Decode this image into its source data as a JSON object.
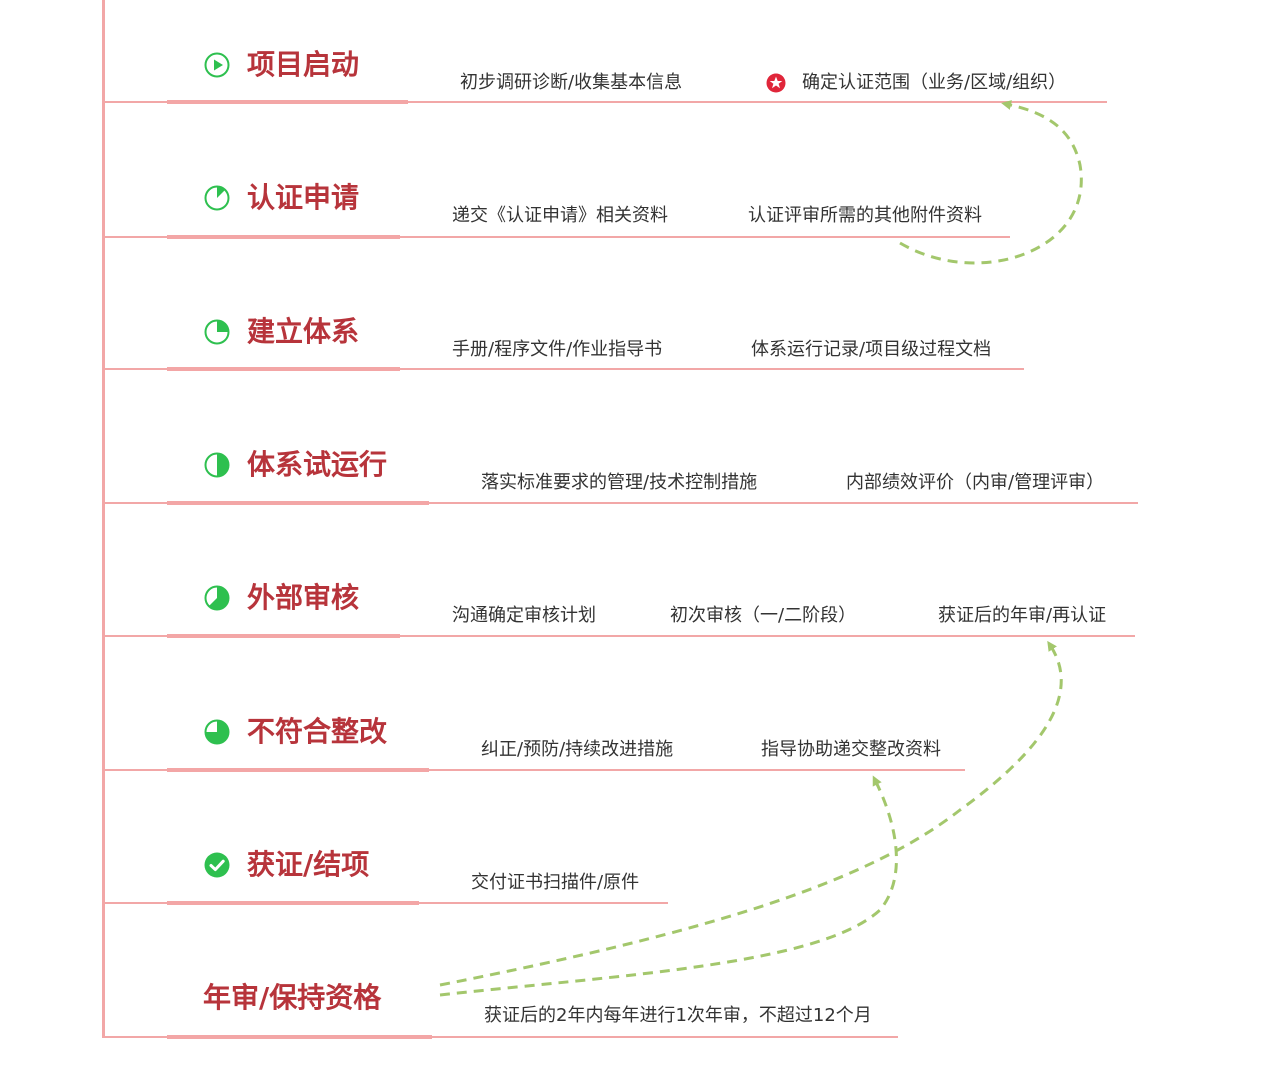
{
  "colors": {
    "title": "#b7343b",
    "line": "#f2a7a7",
    "icon": "#2ec04f",
    "arrow": "#a3c76c",
    "star": "#e0263a",
    "text": "#333333"
  },
  "stages": [
    {
      "icon": "play-icon",
      "title": "项目启动",
      "items": [
        "初步调研诊断/收集基本信息",
        "确定认证范围（业务/区域/组织）"
      ]
    },
    {
      "icon": "pie-12-percent-icon",
      "title": "认证申请",
      "items": [
        "递交《认证申请》相关资料",
        "认证评审所需的其他附件资料"
      ]
    },
    {
      "icon": "pie-25-percent-icon",
      "title": "建立体系",
      "items": [
        "手册/程序文件/作业指导书",
        "体系运行记录/项目级过程文档"
      ]
    },
    {
      "icon": "pie-50-percent-icon",
      "title": "体系试运行",
      "items": [
        "落实标准要求的管理/技术控制措施",
        "内部绩效评价（内审/管理评审）"
      ]
    },
    {
      "icon": "pie-62-percent-icon",
      "title": "外部审核",
      "items": [
        "沟通确定审核计划",
        "初次审核（一/二阶段）",
        "获证后的年审/再认证"
      ]
    },
    {
      "icon": "pie-75-percent-icon",
      "title": "不符合整改",
      "items": [
        "纠正/预防/持续改进措施",
        "指导协助递交整改资料"
      ]
    },
    {
      "icon": "check-circle-icon",
      "title": "获证/结项",
      "items": [
        "交付证书扫描件/原件"
      ]
    },
    {
      "icon": "",
      "title": "年审/保持资格",
      "items": [
        "获证后的2年内每年进行1次年审，不超过12个月"
      ]
    }
  ]
}
